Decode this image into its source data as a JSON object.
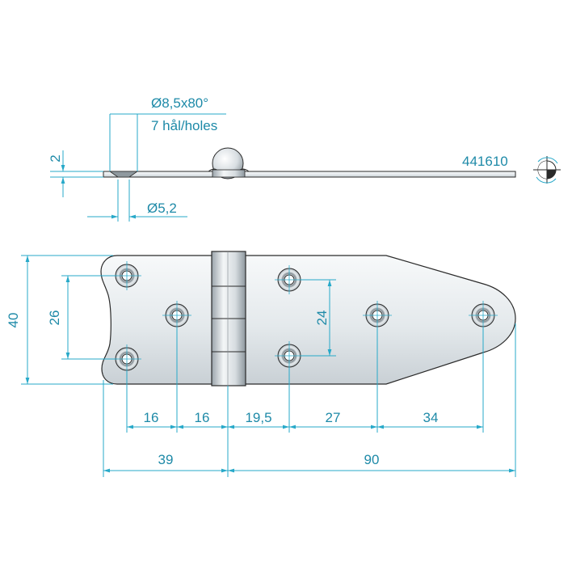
{
  "drawing": {
    "part_number": "441610",
    "hole_spec": "Ø8,5x80°",
    "hole_count": "7 hål/holes",
    "thickness": "2",
    "hole_diameter": "Ø5,2",
    "height_overall": "40",
    "hole_spacing_left": "26",
    "hole_spacing_right": "24",
    "dims_bottom_row": [
      "16",
      "16",
      "19,5",
      "27",
      "34"
    ],
    "dim_left_leaf": "39",
    "dim_right_leaf": "90"
  },
  "colors": {
    "dimension": "#27a9c9",
    "text": "#1e8aa8",
    "outline": "#2a2a2a",
    "metal_light": "#eef1f3",
    "metal_dark": "#aab3ba"
  },
  "icons": [
    "projection-symbol-icon"
  ]
}
